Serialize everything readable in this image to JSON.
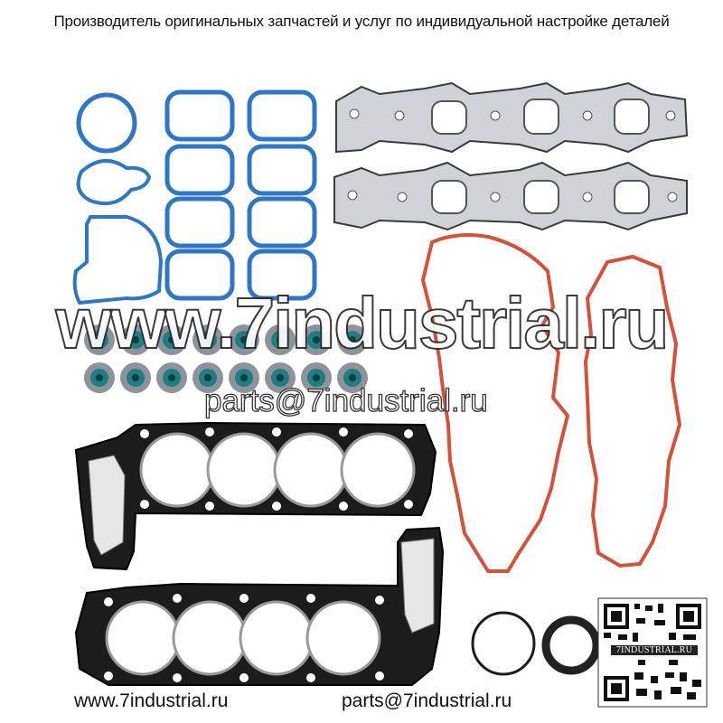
{
  "header": {
    "title": "Производитель оригинальных запчастей и услуг по индивидуальной настройке деталей"
  },
  "watermark": {
    "site": "www.7industrial.ru",
    "email": "parts@7industrial.ru"
  },
  "footer": {
    "site": "www.7industrial.ru",
    "email": "parts@7industrial.ru"
  },
  "qr": {
    "label": "7INDUSTRIAL.RU"
  },
  "colors": {
    "blue_gasket": "#2f77c4",
    "red_gasket": "#d5523a",
    "teal_seal": "#1e7e84",
    "metal": "#cfd2d6",
    "dark_gasket": "#1c1c1c"
  }
}
